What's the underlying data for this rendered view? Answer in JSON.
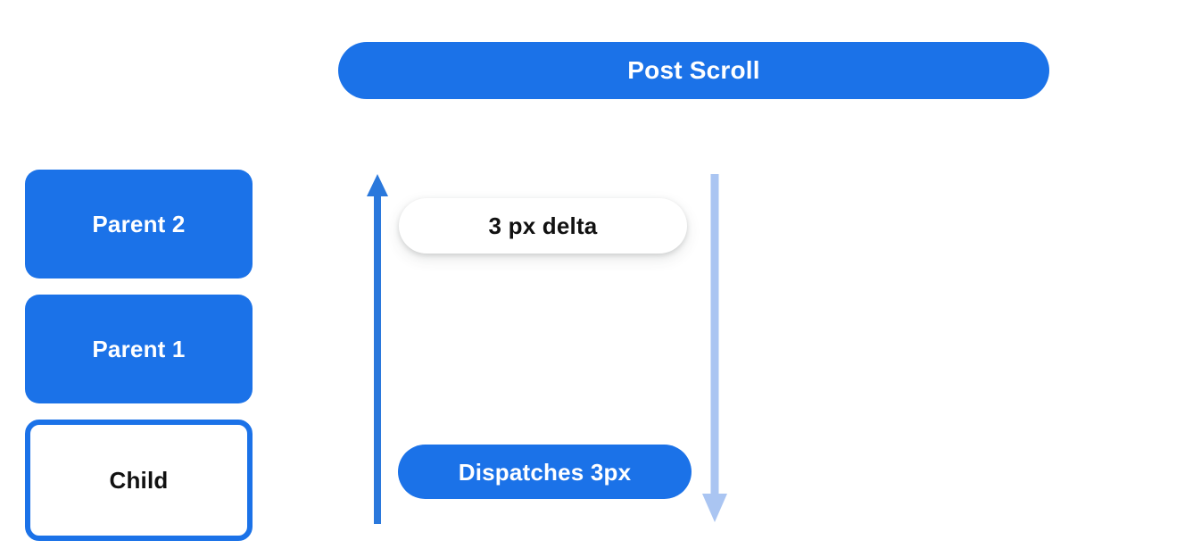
{
  "diagram": {
    "title": "Post Scroll",
    "background_color": "#ffffff",
    "accent_color": "#1b72e8",
    "muted_accent_color": "#aac5f2",
    "text_dark": "#111111",
    "text_light": "#ffffff"
  },
  "header": {
    "label": "Post Scroll"
  },
  "stack": {
    "items": [
      {
        "label": "Parent 2",
        "style": "filled"
      },
      {
        "label": "Parent 1",
        "style": "filled"
      },
      {
        "label": "Child",
        "style": "outlined"
      }
    ]
  },
  "flow": {
    "delta_pill": {
      "label": "3 px delta"
    },
    "dispatch_pill": {
      "label": "Dispatches 3px"
    },
    "arrows": [
      {
        "name": "scroll-up-arrow",
        "direction": "up",
        "color": "#2a78dc"
      },
      {
        "name": "scroll-down-arrow",
        "direction": "down",
        "color": "#aac5f2"
      }
    ]
  }
}
